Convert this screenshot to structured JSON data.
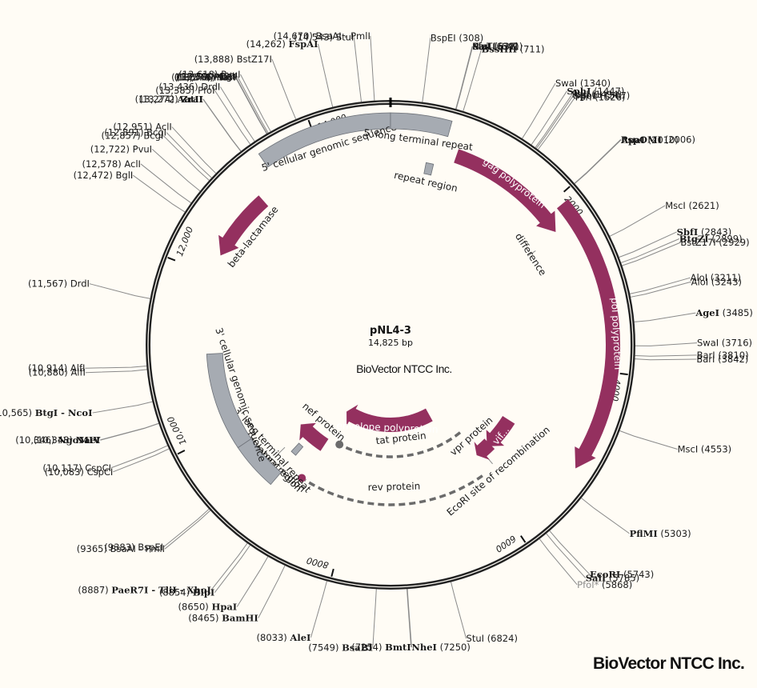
{
  "plasmid": {
    "name": "pNL4-3",
    "length_label": "14,825 bp",
    "length_bp": 14825,
    "center_brand": "BioVector NTCC Inc."
  },
  "corner_brand": "BioVector NTCC Inc.",
  "colors": {
    "background": "#fffcf5",
    "backbone": "#222222",
    "protein_feature": "#94305f",
    "misc_feature": "#a6abb2",
    "dashed_feature": "#6b6b6b",
    "leader_line": "#8a8a8a",
    "faint_label": "#8c8c8c"
  },
  "ticks": [
    {
      "bp": 2000,
      "label": "2000"
    },
    {
      "bp": 4000,
      "label": "4000"
    },
    {
      "bp": 6000,
      "label": "6000"
    },
    {
      "bp": 8000,
      "label": "8000"
    },
    {
      "bp": 10000,
      "label": "10,000"
    },
    {
      "bp": 12000,
      "label": "12,000"
    },
    {
      "bp": 14000,
      "label": "14,000"
    }
  ],
  "features": [
    {
      "name": "5' cellular genomic sequence",
      "type": "misc",
      "start": 13400,
      "end": 14825
    },
    {
      "name": "5' long terminal repeat",
      "type": "misc",
      "start": 0,
      "end": 634
    },
    {
      "name": "repeat region",
      "type": "misc_small",
      "start": 455,
      "end": 552
    },
    {
      "name": "gag polyprotein",
      "type": "protein",
      "start": 790,
      "end": 2292,
      "direction": "forward"
    },
    {
      "name": "difference",
      "type": "marker",
      "start": 2350,
      "end": 2360
    },
    {
      "name": "pol polyprotein",
      "type": "protein",
      "start": 2085,
      "end": 5096,
      "direction": "forward"
    },
    {
      "name": "vif...",
      "type": "protein",
      "start": 5041,
      "end": 5619,
      "direction": "forward"
    },
    {
      "name": "EcoRI site of recombination",
      "type": "marker",
      "start": 5740,
      "end": 5750
    },
    {
      "name": "vpr protein",
      "type": "protein",
      "start": 5559,
      "end": 5849,
      "direction": "forward"
    },
    {
      "name": "tat protein",
      "type": "dashed",
      "start": 5830,
      "end": 8469,
      "direction": "forward"
    },
    {
      "name": "rev protein",
      "type": "dashed",
      "start": 5969,
      "end": 8739,
      "direction": "forward"
    },
    {
      "name": "envelope polyprotein",
      "type": "protein",
      "start": 6221,
      "end": 8785,
      "direction": "forward"
    },
    {
      "name": "nef protein",
      "type": "protein",
      "start": 8787,
      "end": 9407,
      "direction": "forward"
    },
    {
      "name": "regulatory region",
      "type": "marker",
      "start": 9300,
      "end": 9310
    },
    {
      "name": "repeat region",
      "type": "misc_small",
      "start": 9085,
      "end": 9181
    },
    {
      "name": "3' long terminal repeat",
      "type": "misc",
      "start": 9085,
      "end": 9719
    },
    {
      "name": "3' cellular genomic sequence",
      "type": "misc",
      "start": 9719,
      "end": 11000
    },
    {
      "name": "beta-lactamase",
      "type": "protein",
      "start": 12260,
      "end": 13120,
      "direction": "reverse"
    }
  ],
  "sites_right": [
    {
      "name": "BspEI",
      "pos": "(308)",
      "bp": 308,
      "bold": false
    },
    {
      "name": "KasI",
      "pos": "(637)",
      "bp": 637,
      "bold": false
    },
    {
      "name": "NarI",
      "pos": "(638)",
      "bp": 638,
      "bold": false
    },
    {
      "name": "SfoI",
      "pos": "(639)",
      "bp": 639,
      "bold": false
    },
    {
      "name": "PluTI",
      "pos": "(641)",
      "bp": 641,
      "bold": false
    },
    {
      "name": "BssHII",
      "pos": "(711)",
      "bp": 711,
      "bold": true
    },
    {
      "name": "SwaI",
      "pos": "(1340)",
      "bp": 1340,
      "bold": false
    },
    {
      "name": "SphI",
      "pos": "(1447)",
      "bp": 1447,
      "bold": true
    },
    {
      "name": "PsrI",
      "pos": "(1494)",
      "bp": 1494,
      "bold": false
    },
    {
      "name": "SpeI",
      "pos": "(1507)",
      "bp": 1507,
      "bold": true
    },
    {
      "name": "PsrI",
      "pos": "(1526)",
      "bp": 1526,
      "bold": false
    },
    {
      "name": "PspOMI",
      "pos": "(2006)",
      "bp": 2006,
      "bold": true
    },
    {
      "name": "ApaI",
      "pos": "(2010)",
      "bp": 2010,
      "bold": true
    },
    {
      "name": "MscI",
      "pos": "(2621)",
      "bp": 2621,
      "bold": false
    },
    {
      "name": "SbfI",
      "pos": "(2843)",
      "bp": 2843,
      "bold": true
    },
    {
      "name": "BtgZI",
      "pos": "(2899)",
      "bp": 2899,
      "bold": true
    },
    {
      "name": "BstZ17I",
      "pos": "(2929)",
      "bp": 2929,
      "bold": false
    },
    {
      "name": "AloI",
      "pos": "(3211)",
      "bp": 3211,
      "bold": false
    },
    {
      "name": "AloI",
      "pos": "(3243)",
      "bp": 3243,
      "bold": false
    },
    {
      "name": "AgeI",
      "pos": "(3485)",
      "bp": 3485,
      "bold": true
    },
    {
      "name": "SwaI",
      "pos": "(3716)",
      "bp": 3716,
      "bold": false
    },
    {
      "name": "BarI",
      "pos": "(3810)",
      "bp": 3810,
      "bold": false
    },
    {
      "name": "BarI",
      "pos": "(3842)",
      "bp": 3842,
      "bold": false
    },
    {
      "name": "MscI",
      "pos": "(4553)",
      "bp": 4553,
      "bold": false
    },
    {
      "name": "PflMI",
      "pos": "(5303)",
      "bp": 5303,
      "bold": true
    },
    {
      "name": "EcoRI",
      "pos": "(5743)",
      "bp": 5743,
      "bold": true
    },
    {
      "name": "SalI",
      "pos": "(5785)",
      "bp": 5785,
      "bold": true
    },
    {
      "name": "PfoI*",
      "pos": "(5868)",
      "bp": 5868,
      "bold": false,
      "faint": true
    },
    {
      "name": "StuI",
      "pos": "(6824)",
      "bp": 6824,
      "bold": false
    },
    {
      "name": "NheI",
      "pos": "(7250)",
      "bp": 7250,
      "bold": true
    }
  ],
  "sites_left": [
    {
      "name": "BmtI",
      "pos": "(7254)",
      "bp": 7254,
      "bold": true
    },
    {
      "name": "BsaBI",
      "pos": "(7549)",
      "bp": 7549,
      "bold": true
    },
    {
      "name": "AleI",
      "pos": "(8033)",
      "bp": 8033,
      "bold": true
    },
    {
      "name": "BamHI",
      "pos": "(8465)",
      "bp": 8465,
      "bold": true
    },
    {
      "name": "HpaI",
      "pos": "(8650)",
      "bp": 8650,
      "bold": true
    },
    {
      "name": "BlpI",
      "pos": "(8854)",
      "bp": 8854,
      "bold": true
    },
    {
      "name": "PaeR7I - TliI - XhoI",
      "pos": "(8887)",
      "bp": 8887,
      "bold": true
    },
    {
      "name": "BsaAI - PmlI",
      "pos": "(9365)",
      "bp": 9365,
      "bold": false
    },
    {
      "name": "BspEI",
      "pos": "(9383)",
      "bp": 9383,
      "bold": false
    },
    {
      "name": "CspCI",
      "pos": "(10,083)",
      "bp": 10083,
      "bold": false
    },
    {
      "name": "CspCI",
      "pos": "(10,117)",
      "bp": 10117,
      "bold": false
    },
    {
      "name": "NgoMIV",
      "pos": "(10,346)",
      "bp": 10346,
      "bold": true
    },
    {
      "name": "NaeI",
      "pos": "(10,348)",
      "bp": 10348,
      "bold": true
    },
    {
      "name": "BtgI - NcoI",
      "pos": "(10,565)",
      "bp": 10565,
      "bold": true
    },
    {
      "name": "AlfI",
      "pos": "(10,880)",
      "bp": 10880,
      "bold": false
    },
    {
      "name": "AlfI",
      "pos": "(10,914)",
      "bp": 10914,
      "bold": false
    },
    {
      "name": "DrdI",
      "pos": "(11,567)",
      "bp": 11567,
      "bold": false
    },
    {
      "name": "BglI",
      "pos": "(12,472)",
      "bp": 12472,
      "bold": false
    },
    {
      "name": "AclI",
      "pos": "(12,578)",
      "bp": 12578,
      "bold": false
    },
    {
      "name": "PvuI",
      "pos": "(12,722)",
      "bp": 12722,
      "bold": false
    },
    {
      "name": "BcgI",
      "pos": "(12,857)",
      "bp": 12857,
      "bold": false
    },
    {
      "name": "BcgI",
      "pos": "(12,891)",
      "bp": 12891,
      "bold": false
    },
    {
      "name": "AclI",
      "pos": "(12,951)",
      "bp": 12951,
      "bold": false
    },
    {
      "name": "ZraI",
      "pos": "(13,272)",
      "bp": 13272,
      "bold": true
    },
    {
      "name": "AatII",
      "pos": "(13,274)",
      "bp": 13274,
      "bold": true
    },
    {
      "name": "PfoI",
      "pos": "(13,385)",
      "bp": 13385,
      "bold": false
    },
    {
      "name": "DrdI",
      "pos": "(13,436)",
      "bp": 13436,
      "bold": false
    },
    {
      "name": "KasI",
      "pos": "(13,574)",
      "bp": 13574,
      "bold": false
    },
    {
      "name": "NarI",
      "pos": "(13,575)",
      "bp": 13575,
      "bold": false
    },
    {
      "name": "SfoI",
      "pos": "(13,576)",
      "bp": 13576,
      "bold": false
    },
    {
      "name": "PluTI",
      "pos": "(13,578)",
      "bp": 13578,
      "bold": false
    },
    {
      "name": "BglI",
      "pos": "(13,590)",
      "bp": 13590,
      "bold": false
    },
    {
      "name": "PvuI",
      "pos": "(13,618)",
      "bp": 13618,
      "bold": false
    },
    {
      "name": "BstZ17I",
      "pos": "(13,888)",
      "bp": 13888,
      "bold": false
    },
    {
      "name": "FspAI",
      "pos": "(14,262)",
      "bp": 14262,
      "bold": true
    },
    {
      "name": "StuI",
      "pos": "(14,543)",
      "bp": 14543,
      "bold": false
    },
    {
      "name": "BsaAI - PmlI",
      "pos": "(14,670)",
      "bp": 14670,
      "bold": false
    }
  ]
}
